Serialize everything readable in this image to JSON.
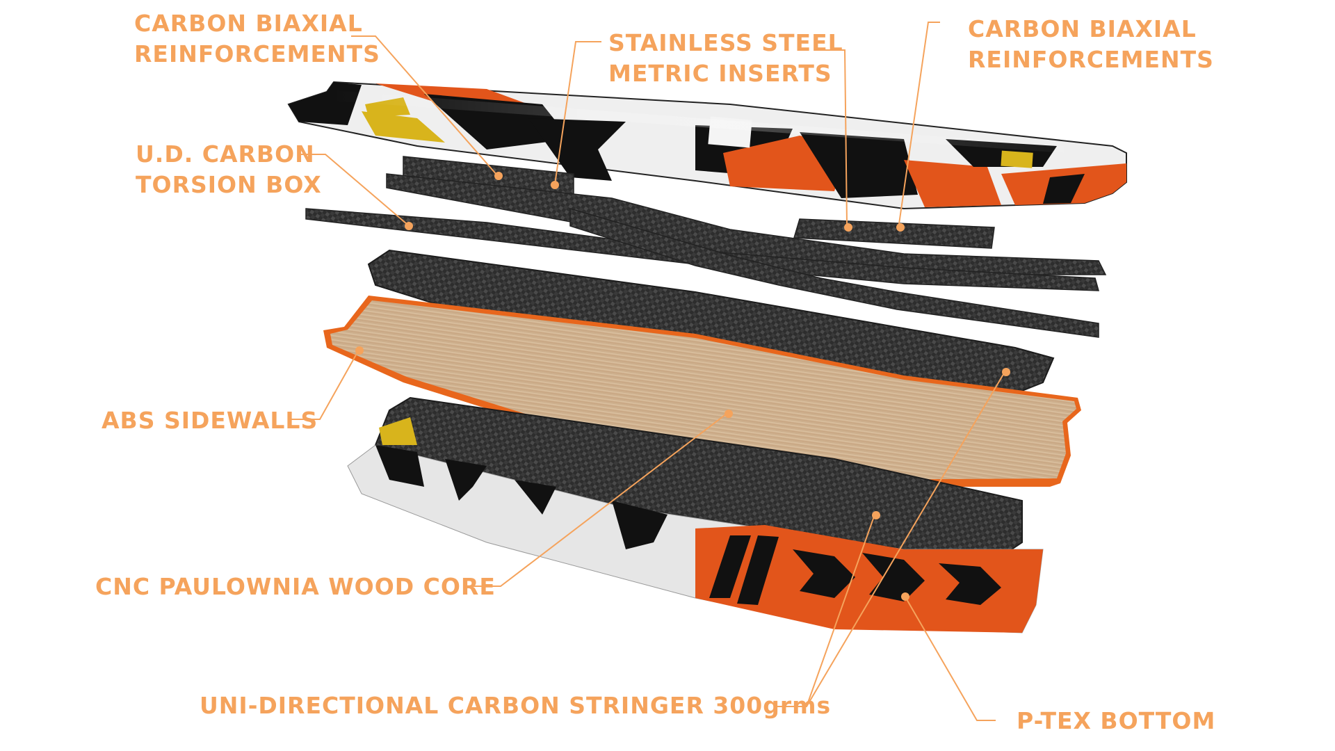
{
  "colors": {
    "label": "#f5a35c",
    "leader": "#f5a35c",
    "carbon_dark": "#2b2b2b",
    "carbon_light": "#5a5a5a",
    "wood": "#d2b48f",
    "abs_orange": "#e8661c",
    "graphic_orange": "#e2551b",
    "graphic_yellow": "#d8b41c",
    "topsheet_white": "#efefef"
  },
  "labels": {
    "carbon_biaxial_left": [
      "CARBON BIAXIAL",
      "REINFORCEMENTS"
    ],
    "stainless_inserts": [
      "STAINLESS STEEL",
      "METRIC INSERTS"
    ],
    "carbon_biaxial_right": [
      "CARBON BIAXIAL",
      "REINFORCEMENTS"
    ],
    "ud_carbon": [
      "U.D. CARBON",
      "TORSION BOX"
    ],
    "abs_sidewalls": "ABS SIDEWALLS",
    "wood_core": "CNC PAULOWNIA WOOD CORE",
    "stringer": "UNI-DIRECTIONAL CARBON STRINGER 300grms",
    "ptex_bottom": "P-TEX BOTTOM"
  },
  "layers": [
    {
      "name": "top-sheet",
      "material": "graphic topsheet"
    },
    {
      "name": "biaxial-reinforcements",
      "material": "carbon"
    },
    {
      "name": "ud-carbon-torsion-box",
      "material": "carbon"
    },
    {
      "name": "carbon-stringer-layer",
      "material": "carbon"
    },
    {
      "name": "wood-core",
      "material": "paulownia"
    },
    {
      "name": "base",
      "material": "p-tex"
    }
  ]
}
